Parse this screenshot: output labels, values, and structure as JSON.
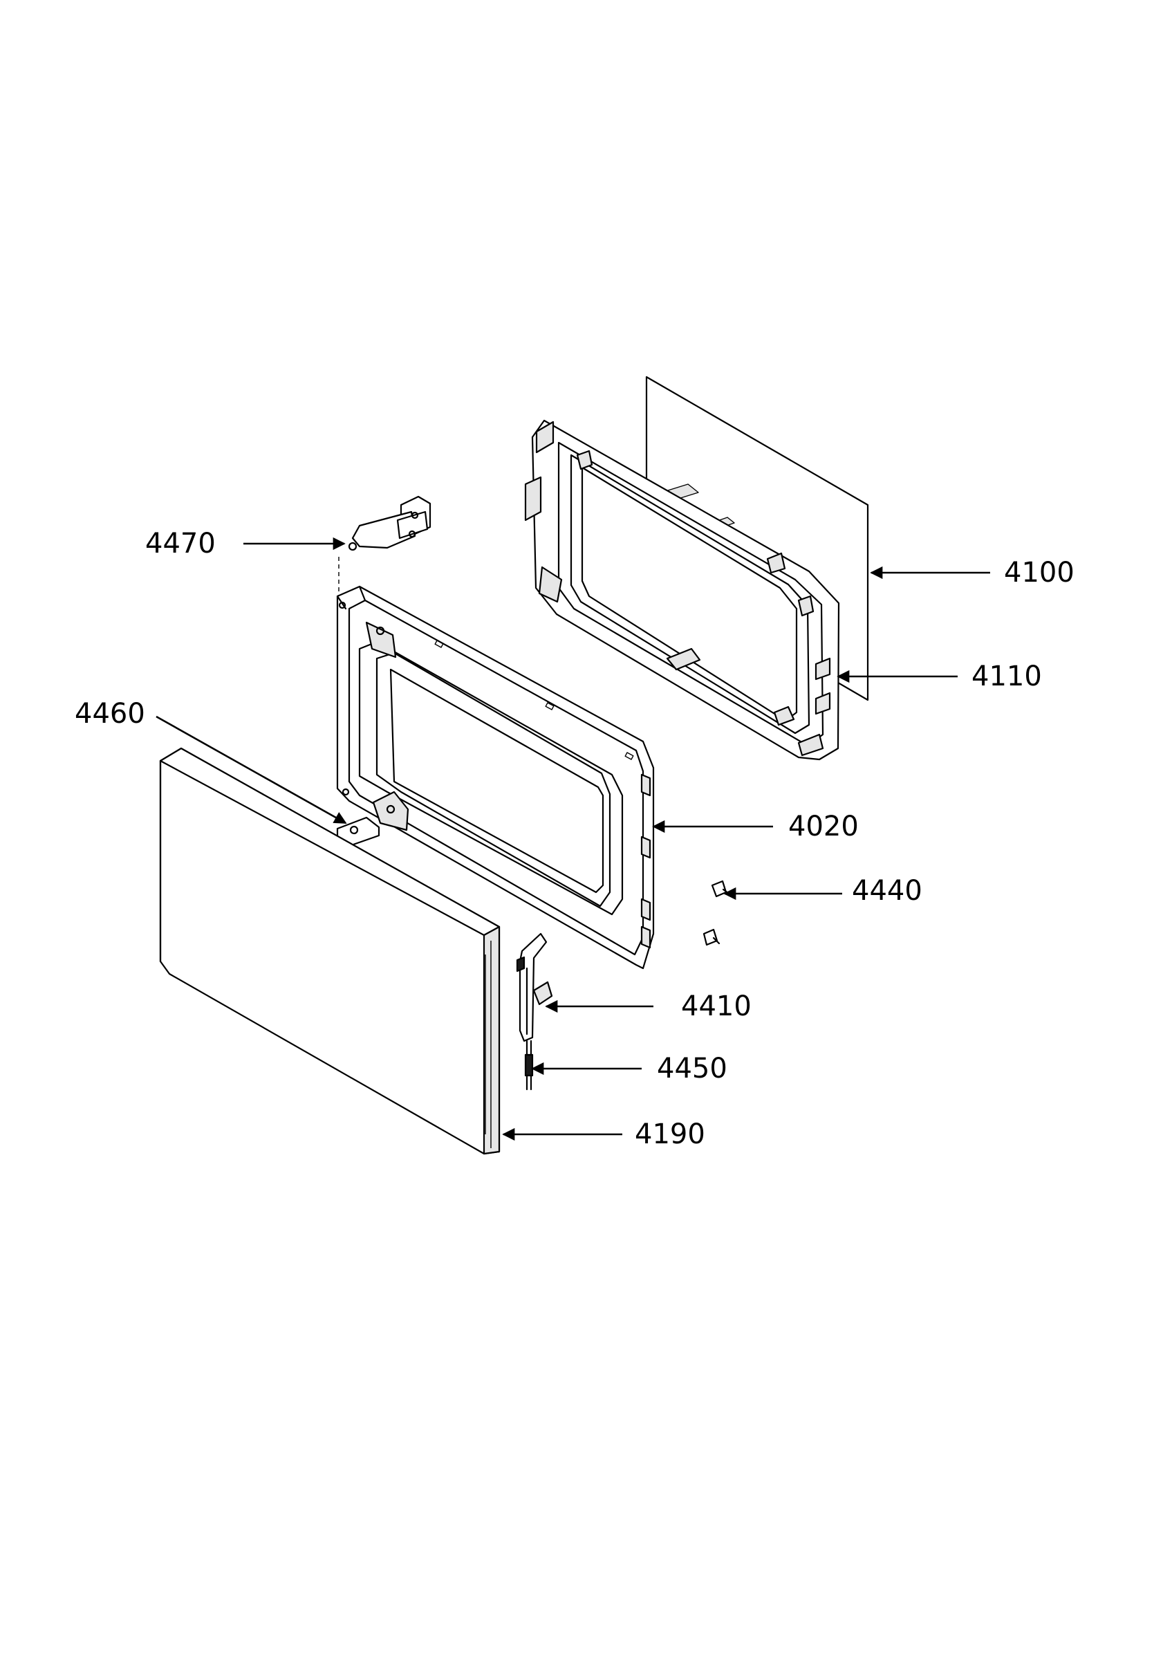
{
  "callouts": [
    {
      "id": "4470",
      "label": "4470"
    },
    {
      "id": "4100",
      "label": "4100"
    },
    {
      "id": "4110",
      "label": "4110"
    },
    {
      "id": "4460",
      "label": "4460"
    },
    {
      "id": "4020",
      "label": "4020"
    },
    {
      "id": "4440",
      "label": "4440"
    },
    {
      "id": "4410",
      "label": "4410"
    },
    {
      "id": "4450",
      "label": "4450"
    },
    {
      "id": "4190",
      "label": "4190"
    }
  ]
}
